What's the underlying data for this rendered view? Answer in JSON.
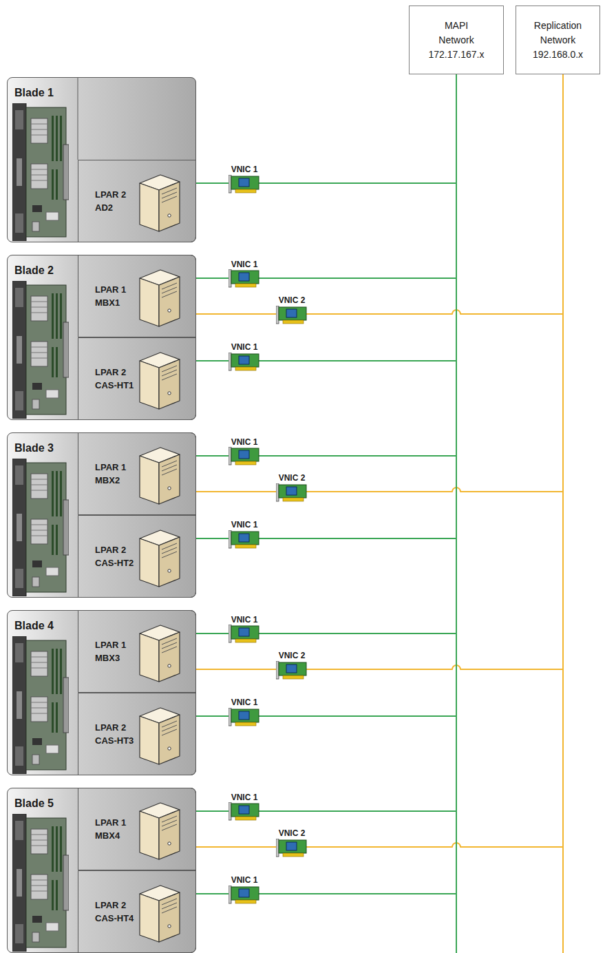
{
  "diagram": {
    "nodes": [
      {
        "text": [
          "MAPI Network",
          "172.17.167.x"
        ]
      },
      {
        "text": [
          "Replication Network",
          "192.168.0.x"
        ]
      },
      {
        "text": [
          "Blade 1"
        ]
      },
      {
        "text": [
          "LPAR 2",
          "AD2"
        ],
        "in": 2
      },
      {
        "text": [
          "Blade 2"
        ]
      },
      {
        "text": [
          "LPAR 1",
          "MBX1"
        ],
        "in": 4
      },
      {
        "text": [
          "LPAR 2",
          "CAS-HT1"
        ],
        "in": 4
      },
      {
        "text": [
          "Blade 3"
        ]
      },
      {
        "text": [
          "LPAR 1",
          "MBX2"
        ],
        "in": 7
      },
      {
        "text": [
          "LPAR 2",
          "CAS-HT2"
        ],
        "in": 7
      },
      {
        "text": [
          "Blade 4"
        ]
      },
      {
        "text": [
          "LPAR 1",
          "MBX3"
        ],
        "in": 10
      },
      {
        "text": [
          "LPAR 2",
          "CAS-HT3"
        ],
        "in": 10
      },
      {
        "text": [
          "Blade 5"
        ]
      },
      {
        "text": [
          "LPAR 1",
          "MBX4"
        ],
        "in": 13
      },
      {
        "text": [
          "LPAR 2",
          "CAS-HT4"
        ],
        "in": 13
      }
    ],
    "edges": [
      {
        "from": 3,
        "to": 0,
        "label": "VNIC 1",
        "arrow": "none"
      },
      {
        "from": 5,
        "to": 0,
        "label": "VNIC 1",
        "arrow": "none"
      },
      {
        "from": 5,
        "to": 1,
        "label": "VNIC 2",
        "arrow": "none"
      },
      {
        "from": 6,
        "to": 0,
        "label": "VNIC 1",
        "arrow": "none"
      },
      {
        "from": 8,
        "to": 0,
        "label": "VNIC 1",
        "arrow": "none"
      },
      {
        "from": 8,
        "to": 1,
        "label": "VNIC 2",
        "arrow": "none"
      },
      {
        "from": 9,
        "to": 0,
        "label": "VNIC 1",
        "arrow": "none"
      },
      {
        "from": 11,
        "to": 0,
        "label": "VNIC 1",
        "arrow": "none"
      },
      {
        "from": 11,
        "to": 1,
        "label": "VNIC 2",
        "arrow": "none"
      },
      {
        "from": 12,
        "to": 0,
        "label": "VNIC 1",
        "arrow": "none"
      },
      {
        "from": 14,
        "to": 0,
        "label": "VNIC 1",
        "arrow": "none"
      },
      {
        "from": 14,
        "to": 1,
        "label": "VNIC 2",
        "arrow": "none"
      },
      {
        "from": 15,
        "to": 0,
        "label": "VNIC 1",
        "arrow": "none"
      }
    ]
  }
}
